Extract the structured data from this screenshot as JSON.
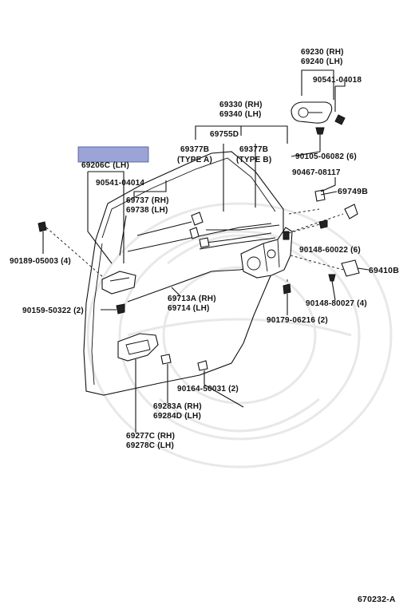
{
  "labels": {
    "p69230": "69230 (RH)",
    "p69240": "69240 (LH)",
    "p90541_04018": "90541-04018",
    "p69330": "69330 (RH)",
    "p69340": "69340 (LH)",
    "p69755D": "69755D",
    "p69377B_a": "69377B",
    "p69377B_b": "69377B",
    "type_a": "(TYPE  A)",
    "type_b": "(TYPE  B)",
    "p90105": "90105-06082 (6)",
    "p90467": "90467-08117",
    "p69749B": "69749B",
    "p69206C": "69206C (LH)",
    "p90541_04014": "90541-04014",
    "p69737": "69737 (RH)",
    "p69738": "69738 (LH)",
    "p90189": "90189-05003 (4)",
    "p90148_60022": "90148-60022 (6)",
    "p69410B": "69410B",
    "p90148_80027": "90148-80027 (4)",
    "p90159": "90159-50322 (2)",
    "p69713A": "69713A (RH)",
    "p69714": "69714    (LH)",
    "p90179": "90179-06216 (2)",
    "p90164": "90164-50031 (2)",
    "p69283A": "69283A (RH)",
    "p69284D": "69284D (LH)",
    "p69277C": "69277C (RH)",
    "p69278C": "69278C (LH)",
    "diagram_code": "670232-A"
  },
  "highlight_color": "#9aa4d6"
}
